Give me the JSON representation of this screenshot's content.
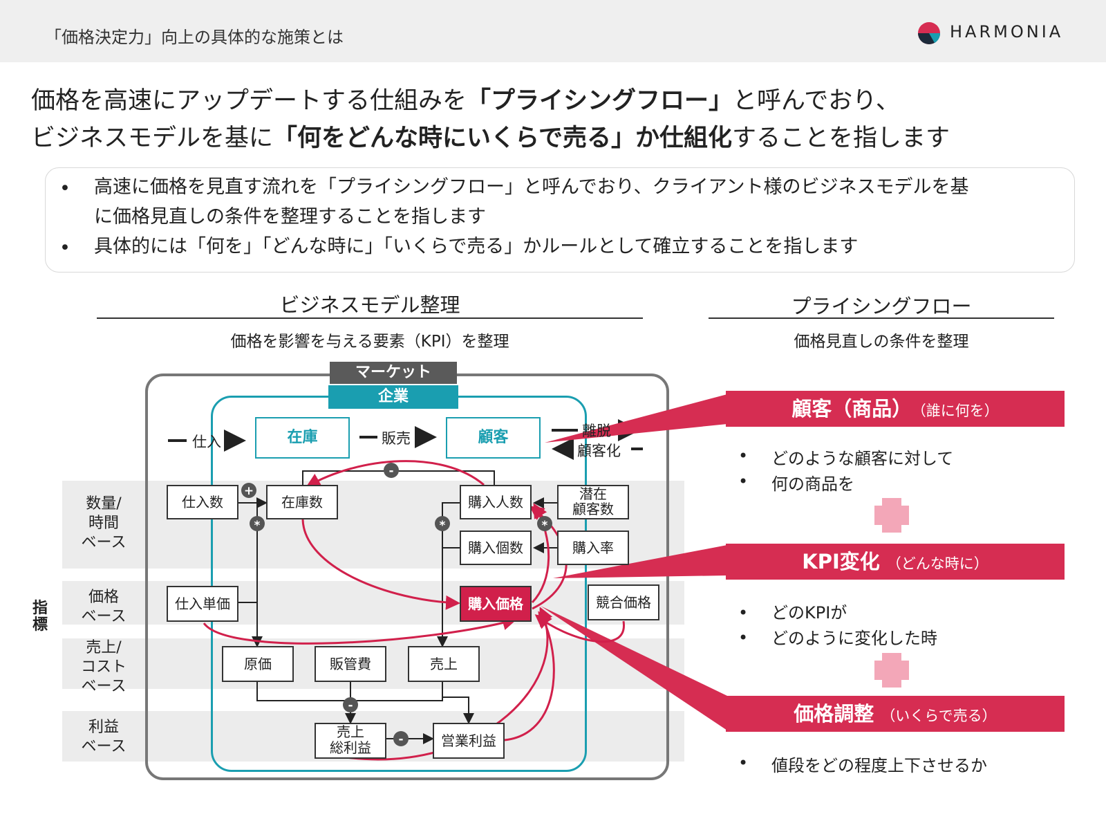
{
  "header": {
    "title": "「価格決定力」向上の具体的な施策とは",
    "logo_text": "HARMONIA"
  },
  "headline": {
    "line1_pre": "価格を高速にアップデートする仕組みを",
    "line1_bold": "「プライシングフロー」",
    "line1_post": "と呼んでおり、",
    "line2_pre": "ビジネスモデルを基に",
    "line2_bold": "「何をどんな時にいくらで売る」か仕組化",
    "line2_post": "することを指します"
  },
  "summary": {
    "bullet": "•",
    "line1": "高速に価格を見直す流れを「プライシングフロー」と呼んでおり、クライアント様のビジネスモデルを基",
    "line1b": "に価格見直しの条件を整理することを指します",
    "line2": "具体的には「何を」「どんな時に」「いくらで売る」かルールとして確立することを指します"
  },
  "left_section": {
    "title": "ビジネスモデル整理",
    "subtitle": "価格を影響を与える要素（KPI）を整理"
  },
  "right_section": {
    "title": "プライシングフロー",
    "subtitle": "価格見直しの条件を整理"
  },
  "diagram": {
    "market_label": "マーケット",
    "company_label": "企業",
    "vertical_label": "指標",
    "bands": [
      {
        "l1": "数量/",
        "l2": "時間",
        "l3": "ベース"
      },
      {
        "l1": "価格",
        "l2": "ベース"
      },
      {
        "l1": "売上/",
        "l2": "コスト",
        "l3": "ベース"
      },
      {
        "l1": "利益",
        "l2": "ベース"
      }
    ],
    "flow": {
      "shiire": "仕入",
      "hanbai": "販売",
      "ridatsu": "離脱",
      "kokyakuka": "顧客化"
    },
    "nodes": {
      "zaiko": "在庫",
      "kokyaku": "顧客",
      "shiiresu": "仕入数",
      "zaikosu": "在庫数",
      "konyuninzu": "購入人数",
      "senzai1": "潜在",
      "senzai2": "顧客数",
      "konyukosu": "購入個数",
      "konyuritsu": "購入率",
      "shiiretanka": "仕入単価",
      "konyukakaku": "購入価格",
      "kyogokakaku": "競合価格",
      "genka": "原価",
      "hankanhi": "販管費",
      "uriage": "売上",
      "sorieki1": "売上",
      "sorieki2": "総利益",
      "eigyorieki": "営業利益"
    },
    "badges": {
      "plus": "+",
      "minus": "-",
      "mult": "*"
    }
  },
  "pricing_flow": {
    "customer": {
      "title": "顧客（商品）",
      "sub": "（誰に何を）",
      "bullets": [
        "どのような顧客に対して",
        "何の商品を"
      ]
    },
    "kpi": {
      "title": "KPI変化",
      "sub": "（どんな時に）",
      "bullets": [
        "どのKPIが",
        "どのように変化した時"
      ]
    },
    "price": {
      "title": "価格調整",
      "sub": "（いくらで売る）",
      "bullets": [
        "値段をどの程度上下させるか"
      ]
    },
    "bullet": "•"
  },
  "colors": {
    "accent_red": "#d62d52",
    "teal": "#1a9eb0",
    "market_gray": "#5a5a5a",
    "plus_pink": "#f3a7b8"
  }
}
